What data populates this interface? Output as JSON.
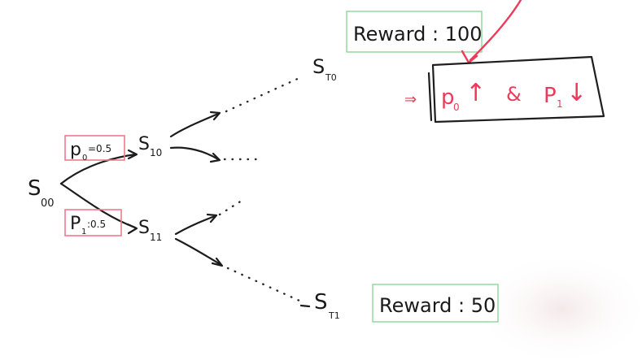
{
  "colors": {
    "ink": "#1c1c1c",
    "marker_red": "#f03a5a",
    "highlight_pink": "#f07a90",
    "highlight_green": "#8fd69a"
  },
  "states": {
    "s00": {
      "s": "S",
      "sub": "00"
    },
    "s10": {
      "s": "S",
      "sub": "10"
    },
    "s11": {
      "s": "S",
      "sub": "11"
    },
    "st0": {
      "s": "S",
      "sub": "T0"
    },
    "st1": {
      "s": "S",
      "sub": "T1"
    }
  },
  "probabilities": {
    "p0": {
      "p": "p",
      "sub": "0",
      "rest": "=0.5"
    },
    "p1": {
      "p": "P",
      "sub": "1",
      "rest": ":0.5"
    }
  },
  "rewards": {
    "top": "Reward : 100",
    "bottom": "Reward : 50"
  },
  "update_note": {
    "prefix": "⇒",
    "p0": {
      "p": "p",
      "sub": "0",
      "arrow": "↑"
    },
    "connector": "&",
    "p1": {
      "p": "P",
      "sub": "1",
      "arrow": "↓"
    }
  }
}
